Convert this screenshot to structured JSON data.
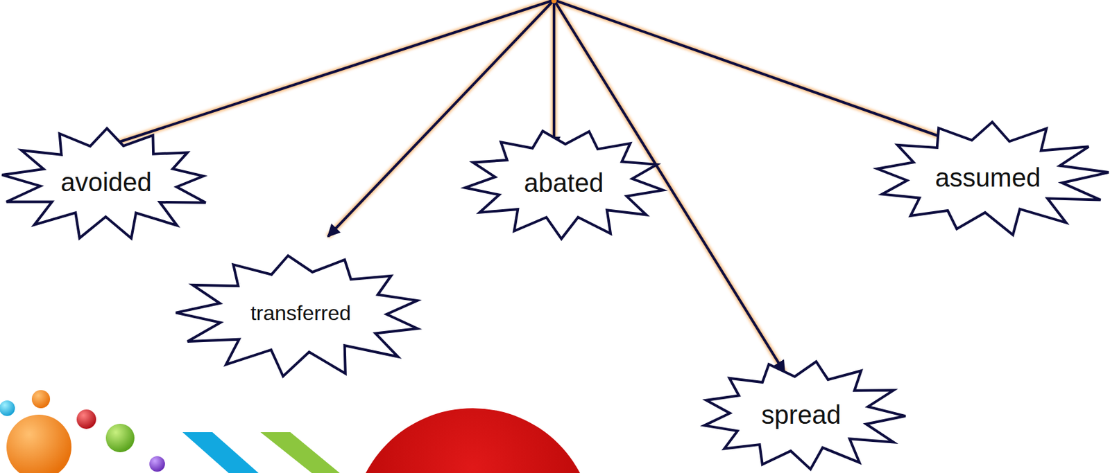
{
  "diagram": {
    "nodes": [
      {
        "text": [
          "avoided"
        ]
      },
      {
        "text": [
          "transferred"
        ]
      },
      {
        "text": [
          "abated"
        ]
      },
      {
        "text": [
          "spread"
        ]
      },
      {
        "text": [
          "assumed"
        ]
      }
    ]
  }
}
